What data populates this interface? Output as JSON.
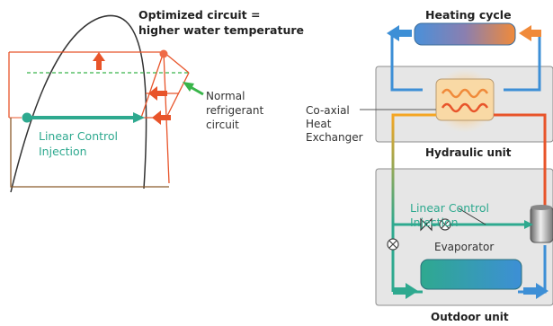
{
  "pressure_enthalpy_diagram": {
    "title_line1": "Optimized circuit =",
    "title_line2": "higher water temperature",
    "normal_line1": "Normal",
    "normal_line2": "refrigerant",
    "normal_line3": "circuit",
    "injection_line1": "Linear Control",
    "injection_line2": "Injection",
    "colors": {
      "optimized": "#e8542a",
      "normal": "#39b54a",
      "injection": "#2ea98f",
      "dome": "#333333"
    }
  },
  "system_diagram": {
    "heating_cycle": "Heating cycle",
    "coaxial_line1": "Co-axial",
    "coaxial_line2": "Heat",
    "coaxial_line3": "Exchanger",
    "hydraulic_unit": "Hydraulic unit",
    "injection_line1": "Linear Control",
    "injection_line2": "Injection",
    "evaporator": "Evaporator",
    "outdoor_unit": "Outdoor unit",
    "colors": {
      "water": "#3d8fd6",
      "hot": "#e8542a",
      "warm": "#f5a623",
      "refrigerant": "#2ea98f",
      "unit_box": "#e6e6e6"
    }
  }
}
